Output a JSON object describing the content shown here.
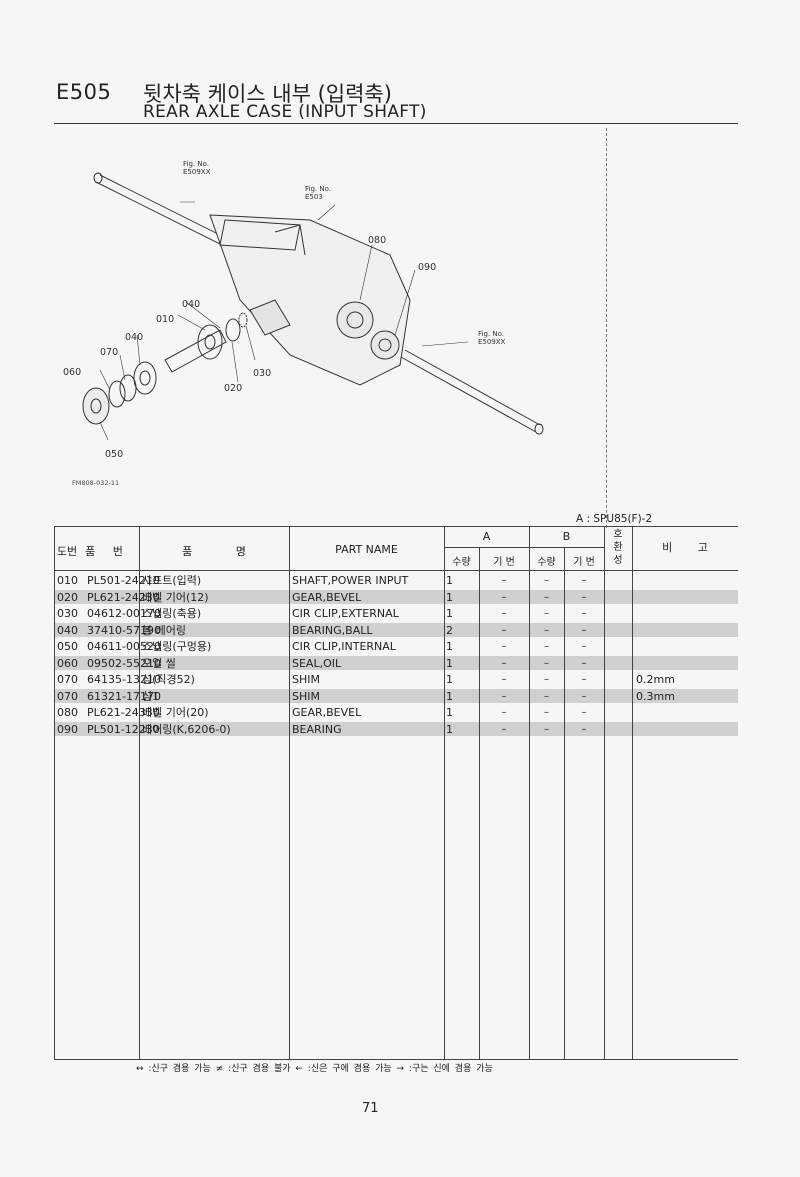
{
  "header": {
    "code": "E505",
    "title_korean": "뒷차축 케이스 내부 (입력축)",
    "title_english": "REAR AXLE CASE (INPUT SHAFT)"
  },
  "diagram": {
    "fig_refs": [
      {
        "line1": "Fig. No.",
        "line2": "E509XX"
      },
      {
        "line1": "Fig. No.",
        "line2": "E503"
      },
      {
        "line1": "Fig. No.",
        "line2": "E509XX"
      }
    ],
    "callouts": [
      "080",
      "090",
      "040",
      "010",
      "040",
      "070",
      "060",
      "020",
      "030",
      "050"
    ],
    "figure_code": "FM808-032-11"
  },
  "model_label": "A : SPU85(F)-2",
  "table": {
    "headers": {
      "no": "도번",
      "part_no": "품 번",
      "name_ko": "품 명",
      "part_name": "PART NAME",
      "group_a": "A",
      "group_b": "B",
      "qty": "수량",
      "machine_no": "기 번",
      "interchange": "호환성",
      "remarks": "비 고"
    },
    "rows": [
      {
        "no": "010",
        "part_no": "PL501-24210",
        "name_ko": "샤프트(입력)",
        "part_name": "SHAFT,POWER INPUT",
        "qty_a": "1",
        "mach_a": "–",
        "qty_b": "–",
        "mach_b": "–",
        "remarks": ""
      },
      {
        "no": "020",
        "part_no": "PL621-24230",
        "name_ko": "베벨 기어(12)",
        "part_name": "GEAR,BEVEL",
        "qty_a": "1",
        "mach_a": "–",
        "qty_b": "–",
        "mach_b": "–",
        "remarks": ""
      },
      {
        "no": "030",
        "part_no": "04612-00170",
        "name_ko": "스냅링(축용)",
        "part_name": "CIR CLIP,EXTERNAL",
        "qty_a": "1",
        "mach_a": "–",
        "qty_b": "–",
        "mach_b": "–",
        "remarks": ""
      },
      {
        "no": "040",
        "part_no": "37410-57190",
        "name_ko": "볼 베어링",
        "part_name": "BEARING,BALL",
        "qty_a": "2",
        "mach_a": "–",
        "qty_b": "–",
        "mach_b": "–",
        "remarks": ""
      },
      {
        "no": "050",
        "part_no": "04611-00520",
        "name_ko": "스냅링(구멍용)",
        "part_name": "CIR CLIP,INTERNAL",
        "qty_a": "1",
        "mach_a": "–",
        "qty_b": "–",
        "mach_b": "–",
        "remarks": ""
      },
      {
        "no": "060",
        "part_no": "09502-55210",
        "name_ko": "오일 씰",
        "part_name": "SEAL,OIL",
        "qty_a": "1",
        "mach_a": "–",
        "qty_b": "–",
        "mach_b": "–",
        "remarks": ""
      },
      {
        "no": "070",
        "part_no": "64135-13210",
        "name_ko": "심(직경52)",
        "part_name": "SHIM",
        "qty_a": "1",
        "mach_a": "–",
        "qty_b": "–",
        "mach_b": "–",
        "remarks": "0.2mm"
      },
      {
        "no": "070",
        "part_no": "61321-17170",
        "name_ko": "심1",
        "part_name": "SHIM",
        "qty_a": "1",
        "mach_a": "–",
        "qty_b": "–",
        "mach_b": "–",
        "remarks": "0.3mm"
      },
      {
        "no": "080",
        "part_no": "PL621-24330",
        "name_ko": "베벨 기어(20)",
        "part_name": "GEAR,BEVEL",
        "qty_a": "1",
        "mach_a": "–",
        "qty_b": "–",
        "mach_b": "–",
        "remarks": ""
      },
      {
        "no": "090",
        "part_no": "PL501-12230",
        "name_ko": "베어링(K,6206-0)",
        "part_name": "BEARING",
        "qty_a": "1",
        "mach_a": "–",
        "qty_b": "–",
        "mach_b": "–",
        "remarks": ""
      }
    ]
  },
  "legend": "↔ :신구 겸용 가능   ≠ :신구 겸용 불가   ← :신은 구에 겸용 가능   → :구는 신에 겸용 가능",
  "page_number": "71"
}
